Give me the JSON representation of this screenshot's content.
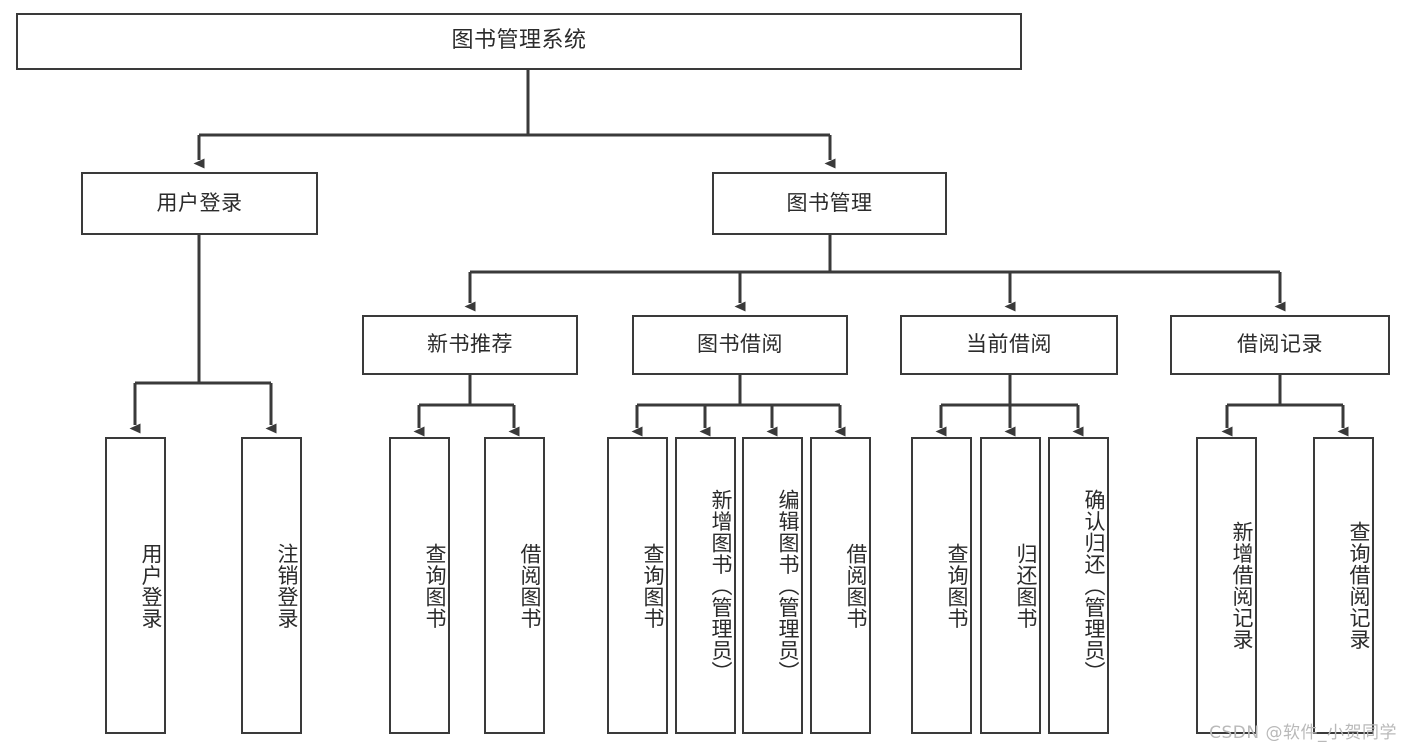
{
  "diagram": {
    "title": "图书管理系统",
    "type": "tree-hierarchy",
    "root": {
      "label": "图书管理系统"
    },
    "level2": [
      {
        "label": "用户登录"
      },
      {
        "label": "图书管理"
      }
    ],
    "level3": [
      {
        "label": "新书推荐"
      },
      {
        "label": "图书借阅"
      },
      {
        "label": "当前借阅"
      },
      {
        "label": "借阅记录"
      }
    ],
    "leaves": {
      "user_login": [
        {
          "label": "用户登录"
        },
        {
          "label": "注销登录"
        }
      ],
      "new_book_recommend": [
        {
          "label": "查询图书"
        },
        {
          "label": "借阅图书"
        }
      ],
      "book_borrow": [
        {
          "label": "查询图书"
        },
        {
          "label": "新增图书（管理员）"
        },
        {
          "label": "编辑图书（管理员）"
        },
        {
          "label": "借阅图书"
        }
      ],
      "current_borrow": [
        {
          "label": "查询图书"
        },
        {
          "label": "归还图书"
        },
        {
          "label": "确认归还（管理员）"
        }
      ],
      "borrow_record": [
        {
          "label": "新增借阅记录"
        },
        {
          "label": "查询借阅记录"
        }
      ]
    },
    "watermark": "CSDN @软件_小贺同学",
    "colors": {
      "stroke": "#3a3a3a",
      "text": "#2b2b2b",
      "background": "#ffffff",
      "watermark": "#b9b9b9"
    }
  }
}
